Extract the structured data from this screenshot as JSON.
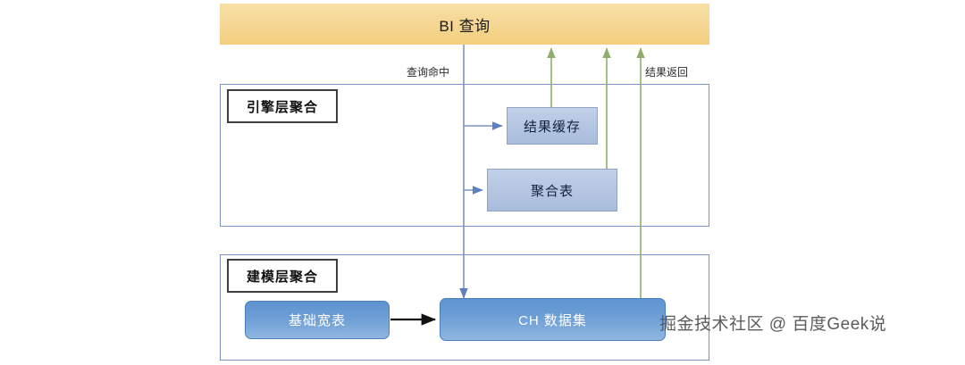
{
  "diagram": {
    "title_bar": {
      "label": "BI 查询",
      "color": "#F3CE7E"
    },
    "layers": [
      {
        "id": "engine",
        "title": "引擎层聚合",
        "nodes": [
          {
            "id": "result-cache",
            "label": "结果缓存"
          },
          {
            "id": "agg-table",
            "label": "聚合表"
          }
        ]
      },
      {
        "id": "model",
        "title": "建模层聚合",
        "nodes": [
          {
            "id": "base-wide-table",
            "label": "基础宽表"
          },
          {
            "id": "ch-dataset",
            "label": "CH 数据集"
          }
        ]
      }
    ],
    "edge_labels": {
      "query_hit": "查询命中",
      "result_return": "结果返回"
    },
    "colors": {
      "header": "#F3CE7E",
      "query_flow": "#7C93C6",
      "result_flow": "#8FAE6B",
      "data_flow": "#111111",
      "layer_border": "#7C93C6",
      "engine_node": "#A8BCDC",
      "model_node": "#6FA0D6"
    },
    "watermark": "掘金技术社区 @ 百度Geek说"
  }
}
